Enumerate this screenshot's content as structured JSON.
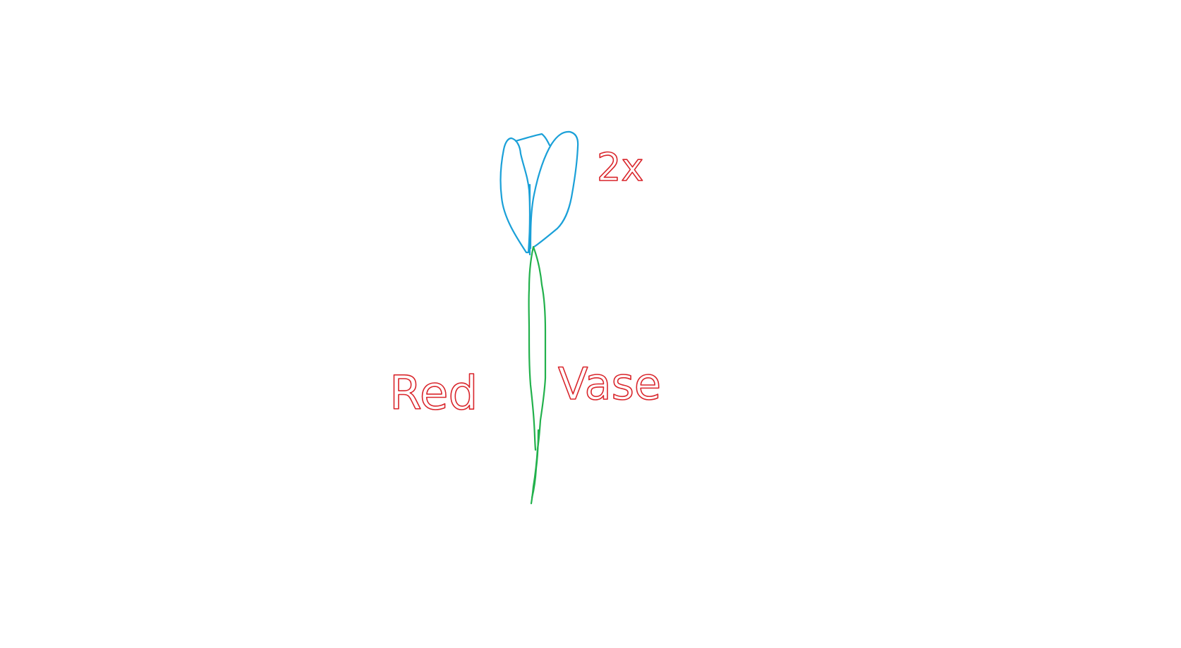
{
  "labels": {
    "count": "2x",
    "color": "Red",
    "container": "Vase"
  },
  "colors": {
    "flower": "#1aa0d8",
    "stem": "#22b14c",
    "annotation": "#d9262c",
    "background": "#ffffff"
  },
  "icons": {
    "flower_head": "tulip-petals-icon",
    "stem": "stem-icon"
  }
}
